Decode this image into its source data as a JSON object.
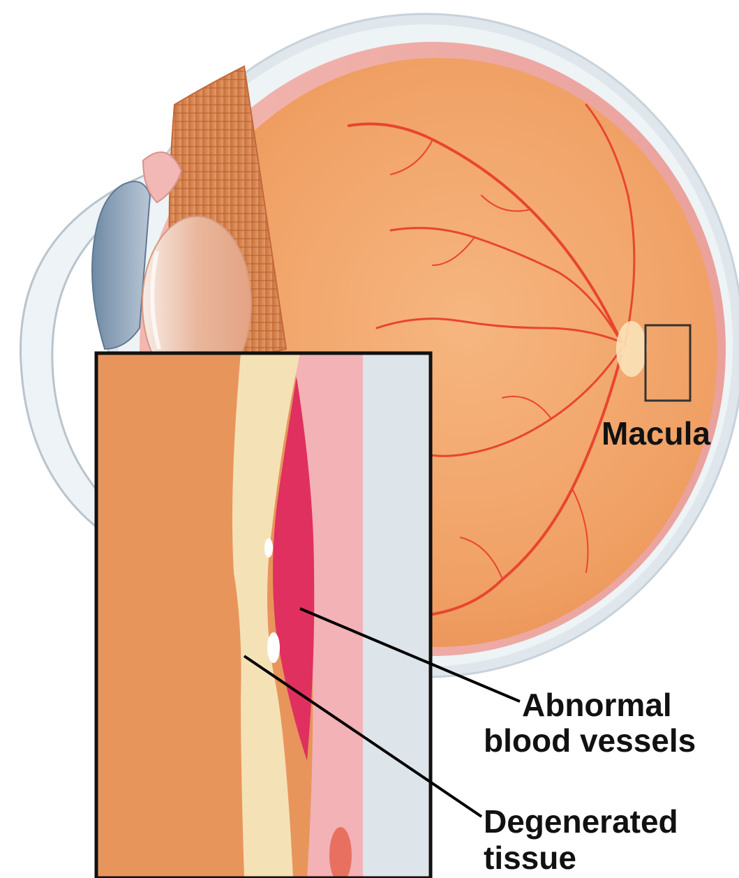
{
  "labels": {
    "macula": "Macula",
    "abnormal_vessels_line1": "Abnormal",
    "abnormal_vessels_line2": "blood vessels",
    "degenerated_line1": "Degenerated",
    "degenerated_line2": "tissue"
  },
  "colors": {
    "sclera": "#d9e3ea",
    "choroid_pink": "#f0a7a0",
    "retina_fundus": "#f2a66c",
    "blood_vessel": "#e8452f",
    "neovascular": "#e0305f",
    "degenerated_layer": "#f4e2b6",
    "inset_background": "#e8955c",
    "leader_line": "#000000"
  }
}
